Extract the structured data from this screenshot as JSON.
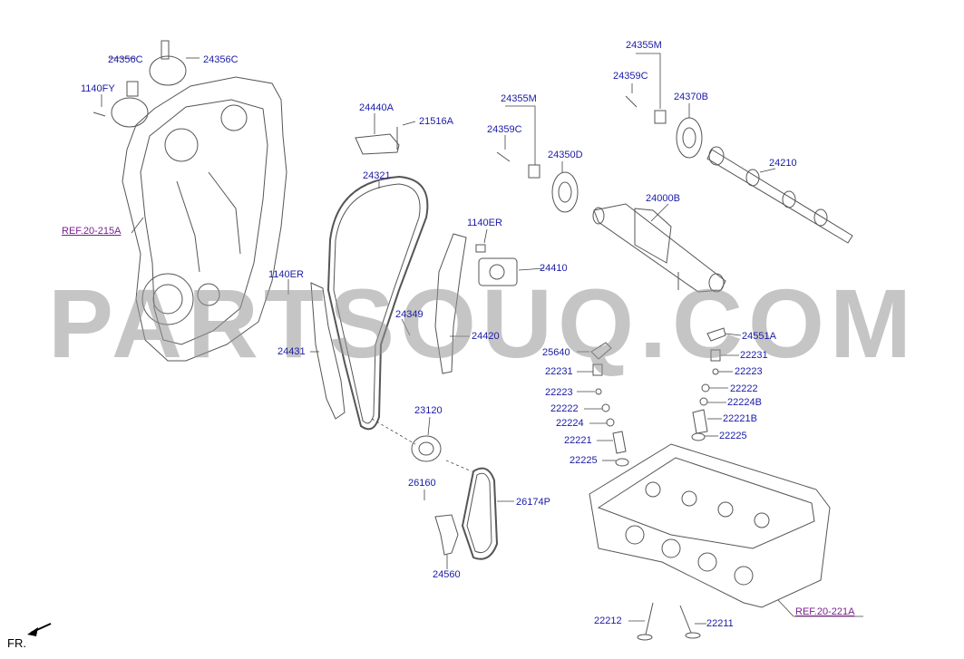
{
  "watermark": "PARTSOUQ.COM",
  "direction_label": "FR.",
  "references": {
    "ref_cover": "REF.20-215A",
    "ref_head": "REF.20-221A"
  },
  "labels": {
    "p24356C_a": "24356C",
    "p24356C_b": "24356C",
    "p1140FY": "1140FY",
    "p24440A": "24440A",
    "p21516A": "21516A",
    "p24321": "24321",
    "p1140ER_a": "1140ER",
    "p24410": "24410",
    "p1140ER_b": "1140ER",
    "p24349": "24349",
    "p24420": "24420",
    "p24431": "24431",
    "p23120": "23120",
    "p26160": "26160",
    "p26174P": "26174P",
    "p24560": "24560",
    "p24355M_a": "24355M",
    "p24359C_a": "24359C",
    "p24350D": "24350D",
    "p24355M_b": "24355M",
    "p24359C_b": "24359C",
    "p24370B": "24370B",
    "p24210": "24210",
    "p24000B": "24000B",
    "p24551A": "24551A",
    "p25640": "25640",
    "p22231_a": "22231",
    "p22231_b": "22231",
    "p22223_a": "22223",
    "p22223_b": "22223",
    "p22222_a": "22222",
    "p22222_b": "22222",
    "p22224_a": "22224",
    "p22224B": "22224B",
    "p22221_a": "22221",
    "p22221B": "22221B",
    "p22225_a": "22225",
    "p22225_b": "22225",
    "p22212": "22212",
    "p22211": "22211"
  },
  "colors": {
    "label": "#1a1aa6",
    "reference": "#7a1f8f",
    "part_line": "#555555",
    "watermark": "#969696"
  }
}
